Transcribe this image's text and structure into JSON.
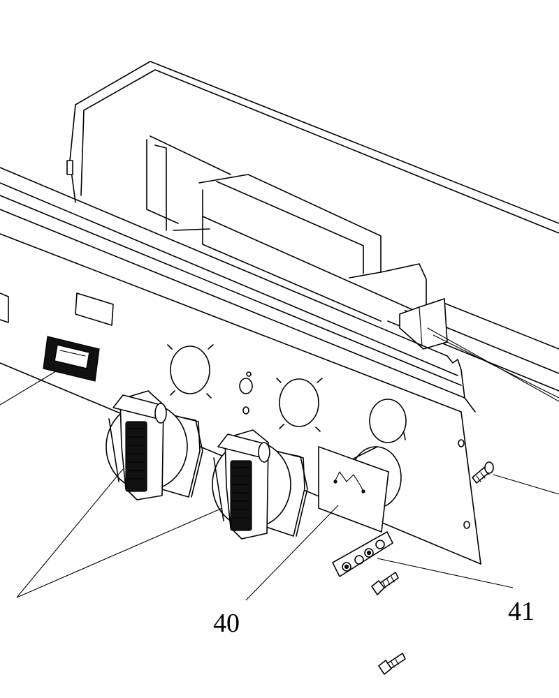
{
  "diagram": {
    "callouts": [
      {
        "id": "socket",
        "label": ""
      },
      {
        "id": "plate",
        "label": "40"
      },
      {
        "id": "grommet",
        "label": "41"
      }
    ]
  }
}
